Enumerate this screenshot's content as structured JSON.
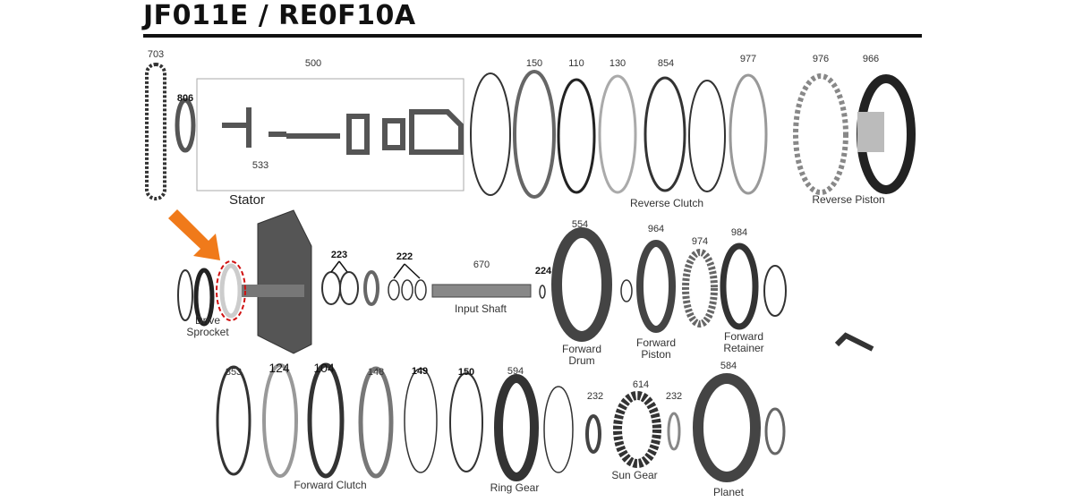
{
  "title": "JF011E / RE0F10A",
  "accent_color": "#f07a1a",
  "highlight_color": "#d01010",
  "icons": [
    "arrow-icon",
    "highlight-circle-icon"
  ],
  "labels": {
    "p703": "703",
    "p806": "806",
    "p500": "500",
    "p533": "533",
    "p150a": "150",
    "p110": "110",
    "p130": "130",
    "p854": "854",
    "p977": "977",
    "p976": "976",
    "p966": "966",
    "reverse_clutch": "Reverse Clutch",
    "reverse_piston": "Reverse Piston",
    "stator": "Stator",
    "p223": "223",
    "p222": "222",
    "p670": "670",
    "p224": "224",
    "p554": "554",
    "p964": "964",
    "p974": "974",
    "p984": "984",
    "drive_sprocket": "Drive Sprocket",
    "input_shaft": "Input Shaft",
    "forward_drum": "Forward Drum",
    "forward_piston": "Forward Piston",
    "forward_retainer": "Forward Retainer",
    "p853": "853",
    "p124": "124",
    "p104": "104",
    "p148": "148",
    "p149": "149",
    "p150b": "150",
    "p594": "594",
    "p614": "614",
    "p232a": "232",
    "p232b": "232",
    "p584": "584",
    "forward_clutch": "Forward Clutch",
    "ring_gear": "Ring Gear",
    "sun_gear": "Sun Gear",
    "planet": "Planet"
  }
}
